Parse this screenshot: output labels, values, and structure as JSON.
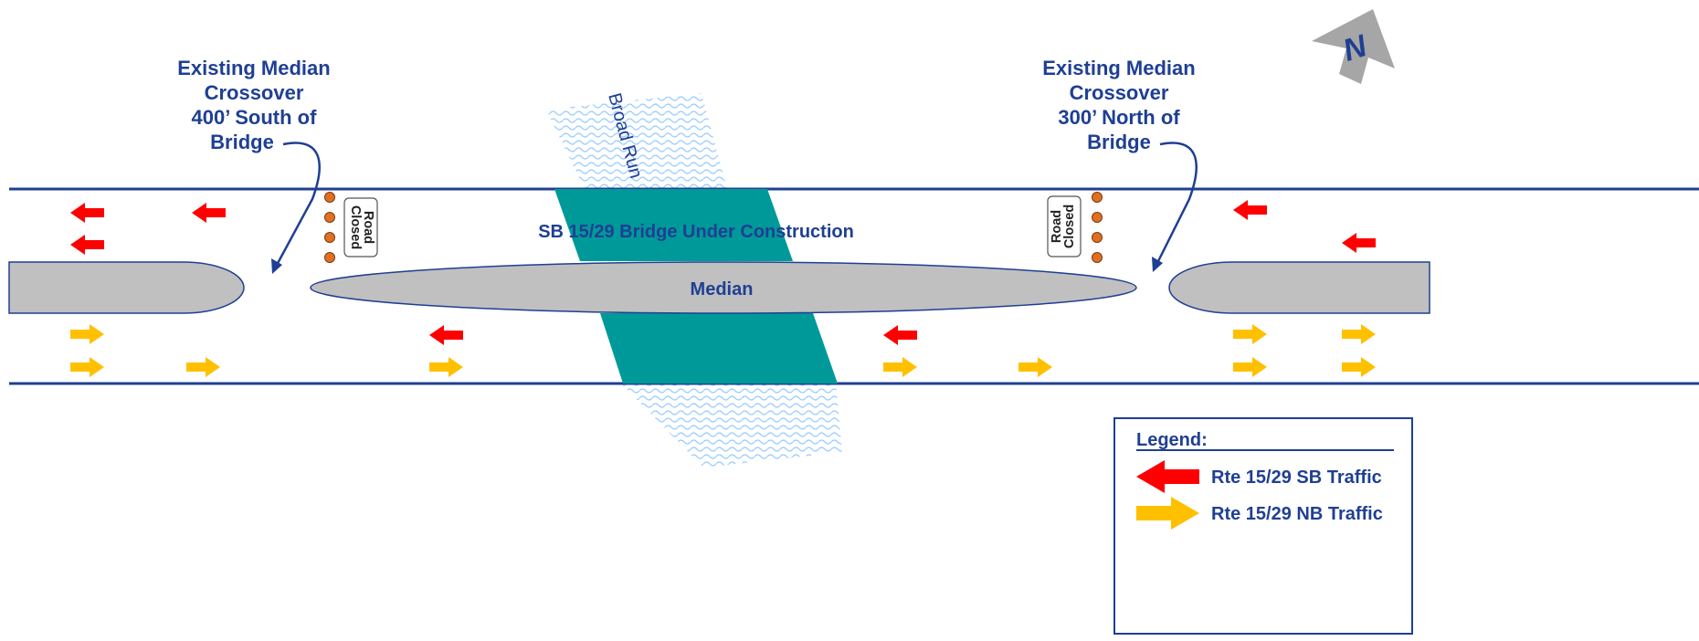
{
  "callouts": {
    "south": [
      "Existing Median",
      "Crossover",
      "400’ South of",
      "Bridge"
    ],
    "north": [
      "Existing Median",
      "Crossover",
      "300’ North of",
      "Bridge"
    ]
  },
  "labels": {
    "bridge": "SB 15/29 Bridge Under Construction",
    "median": "Median",
    "stream": "Broad Run",
    "road_closed": [
      "Road",
      "Closed"
    ],
    "north_arrow": "N"
  },
  "legend": {
    "title": "Legend:",
    "items": [
      {
        "label": "Rte 15/29 SB Traffic",
        "direction": "left",
        "color": "#ff0000"
      },
      {
        "label": "Rte 15/29 NB Traffic",
        "direction": "right",
        "color": "#ffc000"
      }
    ]
  },
  "colors": {
    "road_line": "#1f3f93",
    "median": "#c0c0c0",
    "bridge": "#009999",
    "stream": "#99ccff",
    "cone": "#e07020",
    "sb_arrow": "#ff0000",
    "nb_arrow": "#ffc000",
    "compass": "#a6a6a6"
  },
  "icons": {
    "cone": "traffic-cone-icon",
    "compass": "north-arrow-icon",
    "sb": "arrow-left-icon",
    "nb": "arrow-right-icon"
  }
}
